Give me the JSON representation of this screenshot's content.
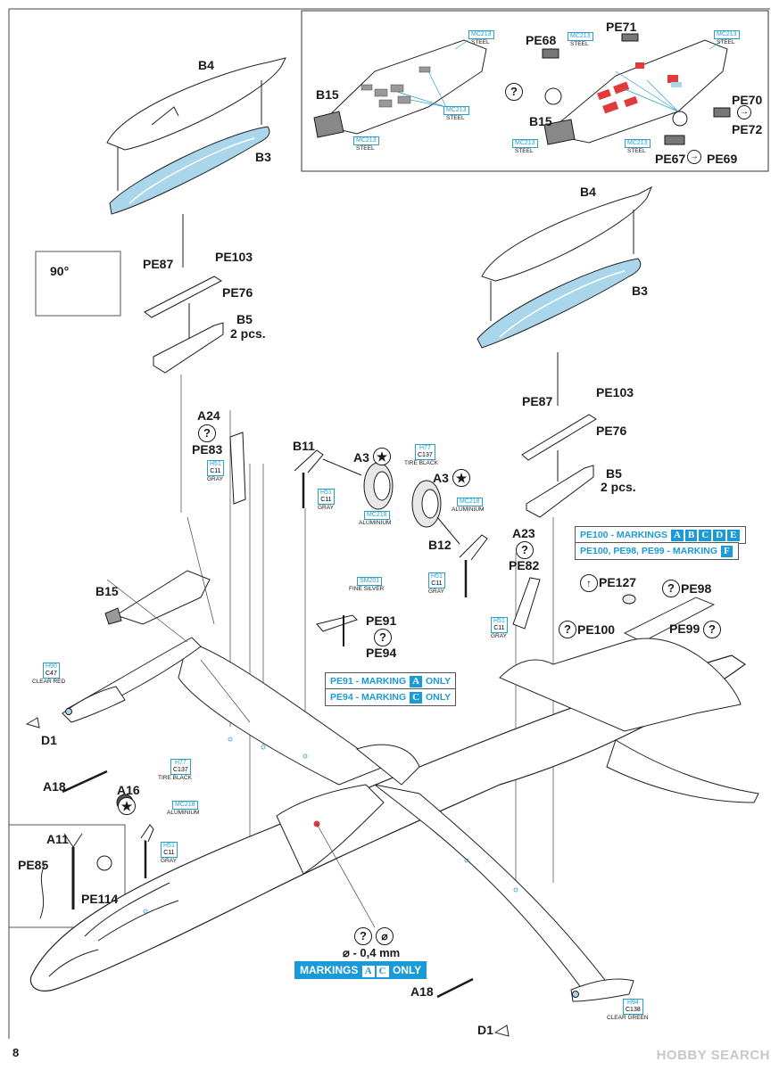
{
  "page_number": "8",
  "watermark": "HOBBY SEARCH",
  "inset_top": {
    "parts": [
      "B15",
      "B15",
      "PE68",
      "PE71",
      "PE70",
      "PE72",
      "PE67",
      "PE69"
    ],
    "code_label": "MC213",
    "code_caption": "STEEL",
    "question_symbol": "?",
    "separator": "→"
  },
  "left_pod": {
    "top_part": "B4",
    "bottom_part": "B3",
    "pylon": "B5",
    "pylon_qty": "2 pcs.",
    "photo_etch": [
      "PE87",
      "PE103",
      "PE76"
    ],
    "angle_label": "90°"
  },
  "right_pod": {
    "top_part": "B4",
    "bottom_part": "B3",
    "pylon": "B5",
    "pylon_qty": "2 pcs.",
    "photo_etch": [
      "PE87",
      "PE103",
      "PE76"
    ]
  },
  "gear_left": {
    "door": "A24",
    "door_pe": "PE83",
    "strut": "B11",
    "wheel": "A3",
    "door_code": "H51",
    "door_code_n": "C11",
    "door_caption": "GRAY",
    "strut_code": "H51",
    "strut_code_n": "C11",
    "strut_caption": "GRAY",
    "wheel_code": "MC218",
    "wheel_caption": "ALUMINIUM"
  },
  "gear_right": {
    "door": "A23",
    "door_pe": "PE82",
    "strut": "B12",
    "wheel": "A3",
    "tire_code": "H77",
    "tire_code_n": "C137",
    "tire_caption": "TIRE BLACK",
    "wheel_code": "MC218",
    "wheel_caption": "ALUMINIUM",
    "strut_code": "H51",
    "strut_code_n": "C11",
    "strut_caption": "GRAY",
    "door_code": "H51",
    "door_code_n": "C11",
    "door_caption": "GRAY"
  },
  "markings_table": {
    "row1_prefix": "PE100 - MARKINGS",
    "row1_marks": [
      "A",
      "B",
      "C",
      "D",
      "E"
    ],
    "row2_prefix": "PE100, PE98, PE99 - MARKING",
    "row2_marks": [
      "F"
    ]
  },
  "pe_group": [
    "PE127",
    "PE98",
    "PE100",
    "PE99"
  ],
  "antenna": {
    "code": "SM201",
    "caption": "FINE SILVER",
    "pe_a": "PE91",
    "pe_b": "PE94"
  },
  "antenna_markings": {
    "row1_prefix": "PE91 - MARKING",
    "row1_mark": "A",
    "row1_suffix": "ONLY",
    "row2_prefix": "PE94 - MARKING",
    "row2_mark": "C",
    "row2_suffix": "ONLY"
  },
  "fuselage_parts": {
    "cockpit": "B15",
    "left_light": "D1",
    "right_light": "D1",
    "left_probe": "A18",
    "right_probe": "A18",
    "nose_wheel": "A16",
    "nose_strut": "A11",
    "nose_pe_a": "PE85",
    "nose_pe_b": "PE114"
  },
  "paint_codes": {
    "red_code": "H90",
    "red_code_n": "C47",
    "red_caption": "CLEAR RED",
    "tire_code": "H77",
    "tire_code_n": "C137",
    "tire_caption": "TIRE BLACK",
    "alu_code": "MC218",
    "alu_caption": "ALUMINIUM",
    "gray_code": "H51",
    "gray_code_n": "C11",
    "gray_caption": "GRAY",
    "green_code": "H94",
    "green_code_n": "C138",
    "green_caption": "CLEAR GREEN"
  },
  "drill_note": {
    "size": "⌀ - 0,4 mm",
    "banner_prefix": "MARKINGS",
    "marks": [
      "A",
      "C"
    ],
    "banner_suffix": "ONLY"
  },
  "colors": {
    "accent_blue": "#1a9ad6",
    "pod_blue": "#a9d6ea",
    "decal_red": "#e03a3a",
    "line": "#1a1a1a"
  }
}
